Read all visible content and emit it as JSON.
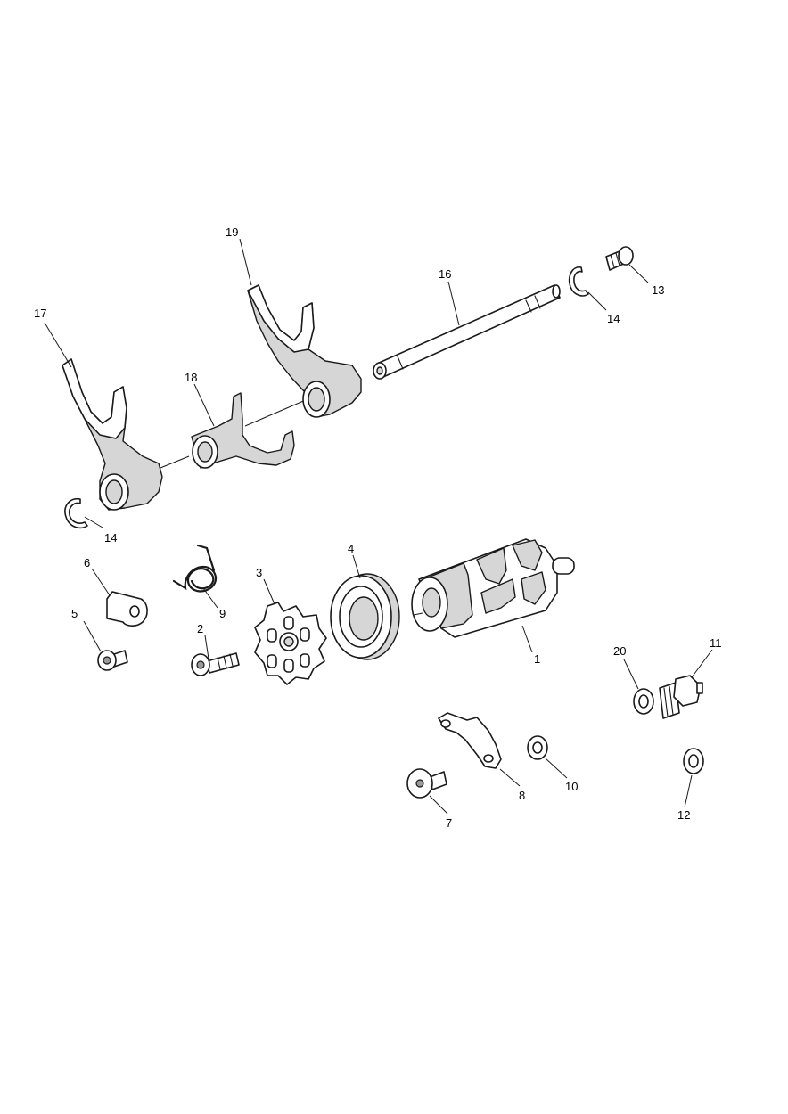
{
  "callouts": {
    "c1": "1",
    "c2": "2",
    "c3": "3",
    "c4": "4",
    "c5": "5",
    "c6": "6",
    "c7": "7",
    "c8": "8",
    "c9": "9",
    "c10": "10",
    "c11": "11",
    "c12": "12",
    "c13": "13",
    "c14a": "14",
    "c14b": "14",
    "c16": "16",
    "c17": "17",
    "c18": "18",
    "c19": "19",
    "c20": "20"
  }
}
